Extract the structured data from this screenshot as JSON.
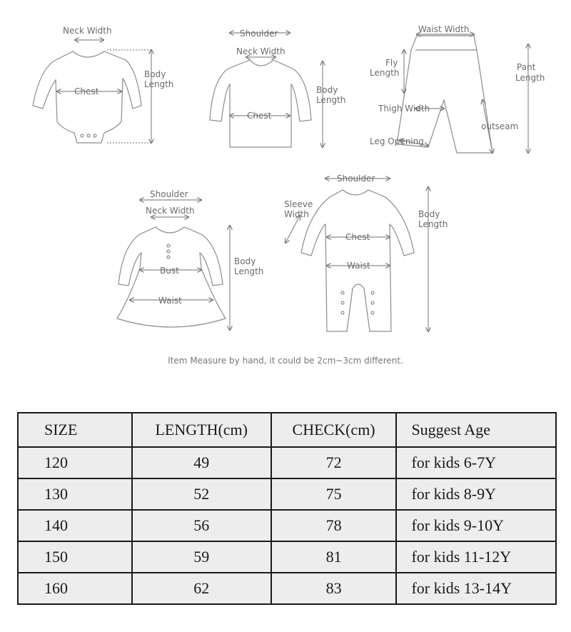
{
  "diagram_labels": {
    "bodysuit": {
      "neck_width": "Neck Width",
      "chest": "Chest",
      "body_length_1": "Body",
      "body_length_2": "Length"
    },
    "top": {
      "shoulder": "Shoulder",
      "neck_width": "Neck Width",
      "chest": "Chest",
      "body_length_1": "Body",
      "body_length_2": "Length"
    },
    "pants": {
      "waist_width": "Waist Width",
      "fly_1": "Fly",
      "fly_2": "Length",
      "pant_length_1": "Pant",
      "pant_length_2": "Length",
      "thigh_width": "Thigh Width",
      "outseam": "outseam",
      "leg_opening": "Leg Opening"
    },
    "dress": {
      "shoulder": "Shoulder",
      "neck_width": "Neck Width",
      "bust": "Bust",
      "waist": "Waist",
      "body_length_1": "Body",
      "body_length_2": "Length"
    },
    "romper": {
      "shoulder": "Shoulder",
      "sleeve_width_1": "Sleeve",
      "sleeve_width_2": "Width",
      "chest": "Chest",
      "waist": "Waist",
      "body_length_1": "Body",
      "body_length_2": "Length"
    }
  },
  "note": "Item Measure by hand, it could be 2cm~3cm different.",
  "size_table": {
    "headers": [
      "SIZE",
      "LENGTH(cm)",
      "CHECK(cm)",
      "Suggest Age"
    ],
    "rows": [
      [
        "120",
        "49",
        "72",
        "for kids 6-7Y"
      ],
      [
        "130",
        "52",
        "75",
        "for kids 8-9Y"
      ],
      [
        "140",
        "56",
        "78",
        "for kids 9-10Y"
      ],
      [
        "150",
        "59",
        "81",
        "for kids 11-12Y"
      ],
      [
        "160",
        "62",
        "83",
        "for kids 13-14Y"
      ]
    ]
  },
  "colors": {
    "line": "#8c8c8c",
    "table_border": "#1a1a1a",
    "table_fill": "#ededed"
  }
}
